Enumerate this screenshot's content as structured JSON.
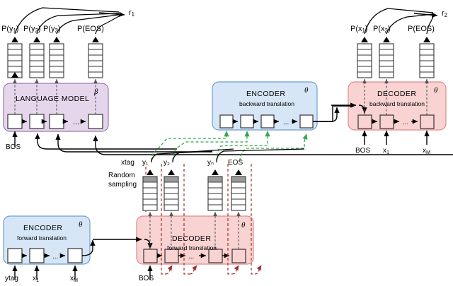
{
  "figure": {
    "title_nodes": {
      "reward_left": "r",
      "reward_left_sub": "1",
      "reward_right": "r",
      "reward_right_sub": "2"
    }
  },
  "left_probs": [
    {
      "name": "p-y1",
      "label": "P(y",
      "sub": "1",
      "close": ")"
    },
    {
      "name": "p-y2",
      "label": "P(y",
      "sub": "2",
      "close": ")"
    },
    {
      "name": "p-y3",
      "label": "P(y",
      "sub": "3",
      "close": ")"
    },
    {
      "name": "p-eos",
      "label": "P(EOS)",
      "sub": "",
      "close": ""
    }
  ],
  "right_probs": [
    {
      "name": "p-x1",
      "label": "P(x",
      "sub": "1",
      "close": ")"
    },
    {
      "name": "p-x2",
      "label": "P(x",
      "sub": "2",
      "close": ")"
    },
    {
      "name": "p-eos-right",
      "label": "P(EOS)",
      "sub": "",
      "close": ""
    }
  ],
  "modules": {
    "language_model": {
      "title": "LANGUAGE MODEL",
      "subtitle": "",
      "param": "β",
      "fill": "#e6d6ec",
      "stroke": "#9a79ad",
      "input_label": "BOS"
    },
    "encoder_backward": {
      "title": "ENCODER",
      "subtitle": "backward translation",
      "param": "θ",
      "fill": "#d6e6f7",
      "stroke": "#6f9ed1"
    },
    "decoder_backward": {
      "title": "DECODER",
      "subtitle": "backward translation",
      "param": "θ",
      "fill": "#f9d2d2",
      "stroke": "#e08a8a",
      "inputs": [
        "BOS",
        "x₁",
        "xₘ"
      ]
    },
    "encoder_forward": {
      "title": "ENCODER",
      "subtitle": "forward translation",
      "param": "θ",
      "fill": "#d6e6f7",
      "stroke": "#6f9ed1",
      "inputs": [
        "ytag",
        "x₁",
        "xₘ"
      ]
    },
    "decoder_forward": {
      "title": "DECODER",
      "subtitle": "forward translation",
      "param": "θ",
      "fill": "#f9d2d2",
      "stroke": "#e08a8a",
      "input_label": "BOS"
    }
  },
  "sampling": {
    "caption_line1": "Random",
    "caption_line2": "sampling",
    "token_labels": [
      "xtag",
      "y₁",
      "y₂",
      "yₙ",
      "EOS"
    ]
  },
  "decoder_backward_inputs": {
    "bos": "BOS",
    "x1": "x",
    "x1_sub": "1",
    "xm": "x",
    "xm_sub": "M"
  },
  "encoder_forward_inputs": {
    "ytag": "ytag",
    "x1": "x",
    "x1_sub": "1",
    "xm": "x",
    "xm_sub": "M"
  },
  "colors": {
    "purple_fill": "#e6d6ec",
    "purple_stroke": "#9a79ad",
    "blue_fill": "#d6e6f7",
    "blue_stroke": "#6f9ed1",
    "pink_fill": "#f9d2d2",
    "pink_stroke": "#e08a8a",
    "green_dashed": "#2faa4a",
    "red_dashed": "#a33030",
    "line": "#000000",
    "cell_fill": "#ffffff",
    "cell_highlight": "#9a9a9a"
  }
}
